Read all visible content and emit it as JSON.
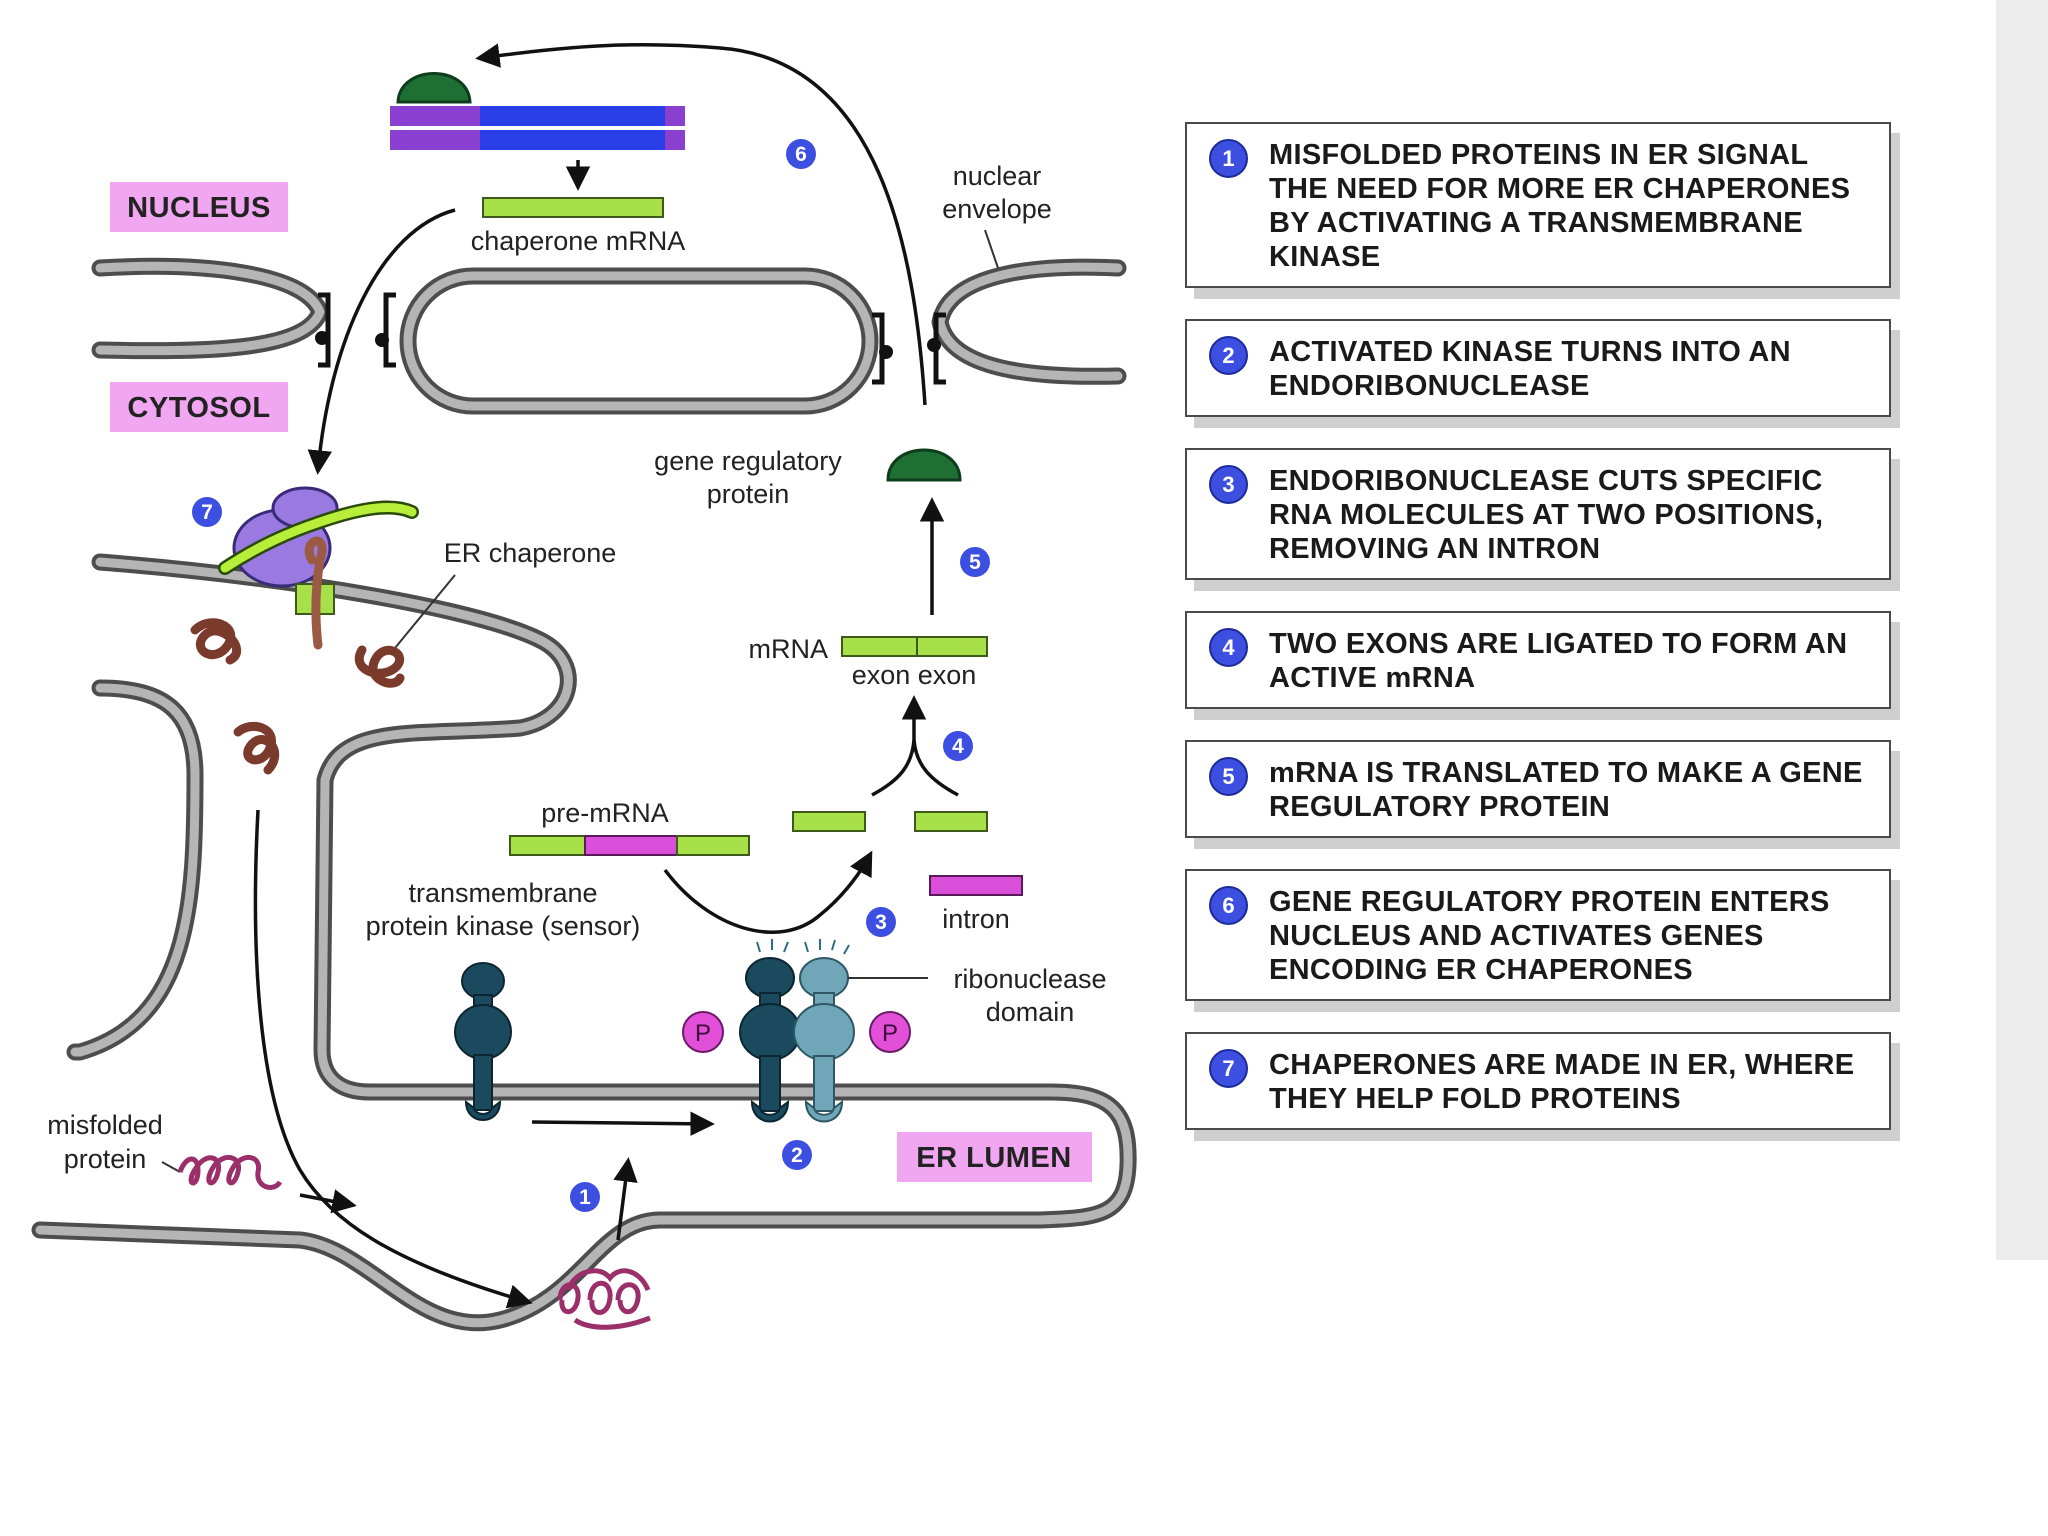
{
  "labels": {
    "nucleus": "NUCLEUS",
    "cytosol": "CYTOSOL",
    "er_lumen": "ER LUMEN",
    "nuclear_envelope_1": "nuclear",
    "nuclear_envelope_2": "envelope",
    "chaperone_mrna": "chaperone mRNA",
    "gene_regulatory_protein_1": "gene regulatory",
    "gene_regulatory_protein_2": "protein",
    "er_chaperone": "ER chaperone",
    "mrna": "mRNA",
    "exon_exon": "exon exon",
    "pre_mrna": "pre-mRNA",
    "intron": "intron",
    "sensor_1": "transmembrane",
    "sensor_2": "protein kinase (sensor)",
    "ribonuclease_1": "ribonuclease",
    "ribonuclease_2": "domain",
    "misfolded_1": "misfolded",
    "misfolded_2": "protein",
    "phosphate": "P"
  },
  "step_markers": {
    "s1": "1",
    "s2": "2",
    "s3": "3",
    "s4": "4",
    "s5": "5",
    "s6": "6",
    "s7": "7"
  },
  "steps": [
    {
      "num": "1",
      "text": "MISFOLDED PROTEINS IN ER SIGNAL THE NEED FOR MORE ER CHAPERONES BY ACTIVATING A TRANSMEMBRANE KINASE"
    },
    {
      "num": "2",
      "text": "ACTIVATED KINASE  TURNS INTO AN ENDORIBONUCLEASE"
    },
    {
      "num": "3",
      "text": "ENDORIBONUCLEASE CUTS SPECIFIC RNA MOLECULES AT TWO POSITIONS, REMOVING AN INTRON"
    },
    {
      "num": "4",
      "text": "TWO EXONS ARE LIGATED TO FORM AN ACTIVE mRNA"
    },
    {
      "num": "5",
      "text": "mRNA IS TRANSLATED TO MAKE A GENE REGULATORY PROTEIN"
    },
    {
      "num": "6",
      "text": "GENE REGULATORY PROTEIN ENTERS NUCLEUS AND ACTIVATES GENES ENCODING ER CHAPERONES"
    },
    {
      "num": "7",
      "text": "CHAPERONES ARE MADE IN ER, WHERE THEY HELP FOLD PROTEINS"
    }
  ],
  "colors": {
    "label_box": "#f0a6f0",
    "step_marker": "#3d4fe0",
    "exon": "#a8e04a",
    "intron": "#d94fd9",
    "dna_blue": "#2a3fe8",
    "dna_purple": "#8a3fd0",
    "regulatory_protein": "#1f6e34",
    "kinase": "#1b4a5e",
    "ribonuclease": "#6fa7b8",
    "ribosome": "#9a7ae0",
    "protein": "#9a5a44",
    "membrane": "#4d4d4d"
  }
}
